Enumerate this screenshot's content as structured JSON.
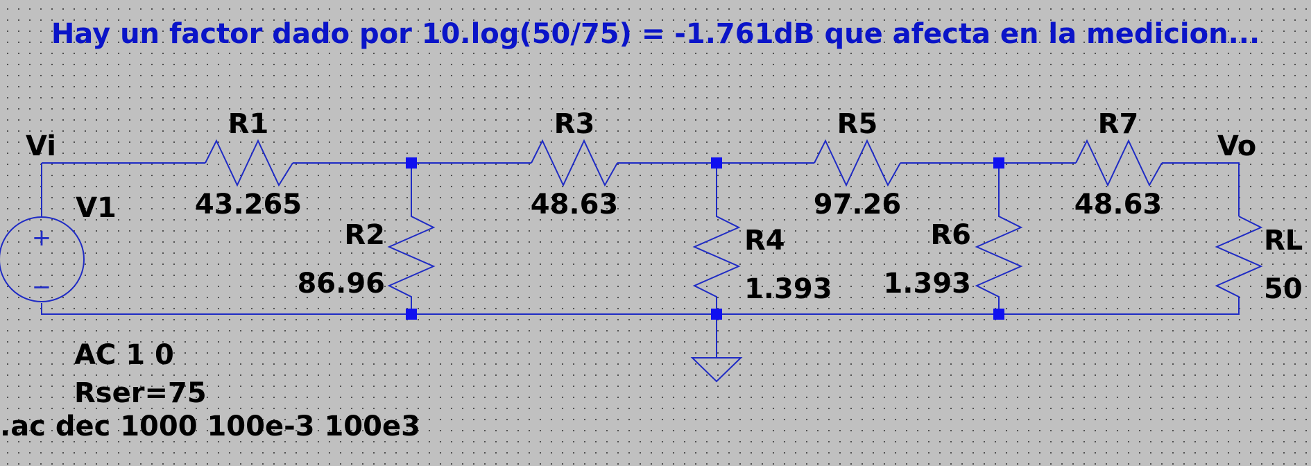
{
  "schematic": {
    "comment": "Hay un factor dado por 10.log(50/75) = -1.761dB que afecta en la medicion...",
    "nets": {
      "input": "Vi",
      "output": "Vo"
    },
    "source": {
      "name": "V1",
      "value": "AC 1 0",
      "rser": "Rser=75",
      "plus": "+",
      "minus": "−"
    },
    "components": {
      "R1": {
        "name": "R1",
        "value": "43.265"
      },
      "R2": {
        "name": "R2",
        "value": "86.96"
      },
      "R3": {
        "name": "R3",
        "value": "48.63"
      },
      "R4": {
        "name": "R4",
        "value": "1.393"
      },
      "R5": {
        "name": "R5",
        "value": "97.26"
      },
      "R6": {
        "name": "R6",
        "value": "1.393"
      },
      "R7": {
        "name": "R7",
        "value": "48.63"
      },
      "RL": {
        "name": "RL",
        "value": "50"
      }
    },
    "directive": ".ac dec 1000 100e-3 100e3"
  },
  "colors": {
    "background": "#c0c0c0",
    "wire": "#1f2bc4",
    "junction": "#1010f0",
    "comment_text": "#0a14c8",
    "label_text": "#000000"
  }
}
